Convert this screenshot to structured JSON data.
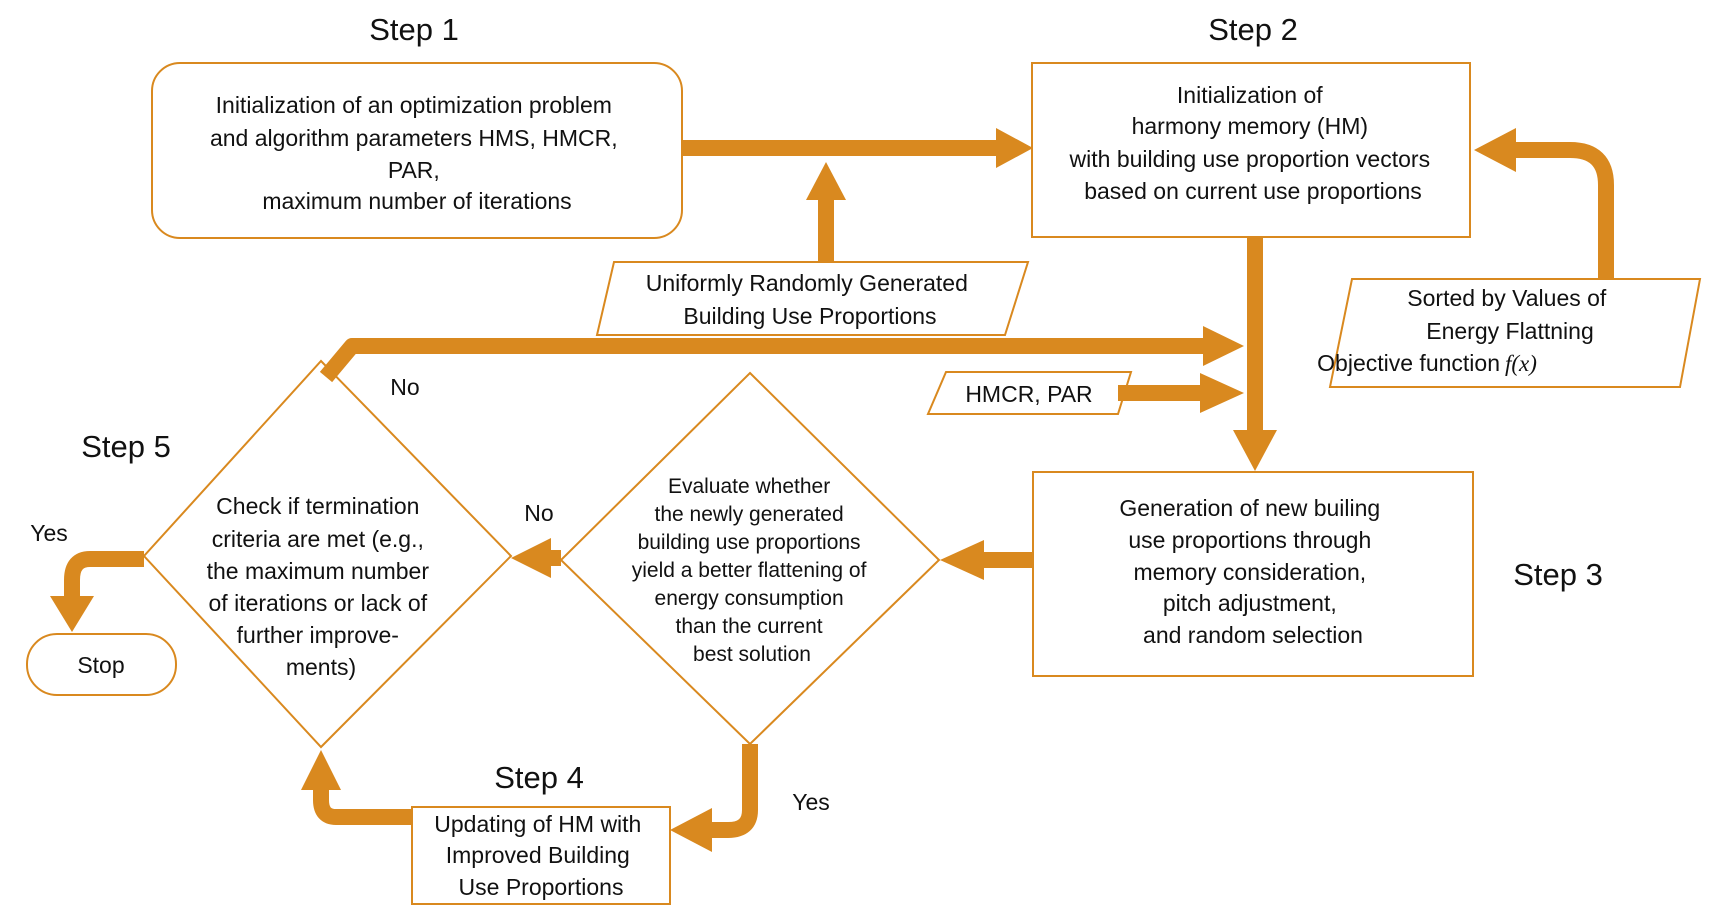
{
  "colors": {
    "accent": "#d9891f",
    "text": "#111111",
    "background": "#ffffff"
  },
  "steps": {
    "step1": "Step 1",
    "step2": "Step 2",
    "step3": "Step 3",
    "step4": "Step 4",
    "step5": "Step 5"
  },
  "nodes": {
    "init_problem": [
      "Initialization of an optimization problem",
      "and algorithm parameters HMS, HMCR,",
      "PAR,",
      "maximum number of iterations"
    ],
    "init_hm": [
      "Initialization of",
      "harmony memory (HM)",
      "with building use proportion vectors",
      "based on current use proportions"
    ],
    "random_input": [
      "Uniformly Randomly Generated",
      "Building Use Proportions"
    ],
    "sorted_input": [
      "Sorted by Values of",
      "Energy Flattning",
      "Objective function"
    ],
    "sorted_fx": "f(x)",
    "hmcr_par": "HMCR, PAR",
    "generation": [
      "Generation of new builing",
      "use proportions through",
      "memory consideration,",
      "pitch adjustment,",
      "and random selection"
    ],
    "evaluate": [
      "Evaluate whether",
      "the newly generated",
      "building use proportions",
      "yield a better flattening of",
      "energy consumption",
      "than the current",
      "best solution"
    ],
    "check": [
      "Check if termination",
      "criteria are met (e.g.,",
      "the maximum number",
      "of iterations or lack of",
      "further improve-",
      "ments)"
    ],
    "update": [
      "Updating of HM with",
      "Improved Building",
      "Use Proportions"
    ],
    "stop": "Stop"
  },
  "edge_labels": {
    "no_top": "No",
    "no_mid": "No",
    "yes_stop": "Yes",
    "yes_update": "Yes"
  }
}
